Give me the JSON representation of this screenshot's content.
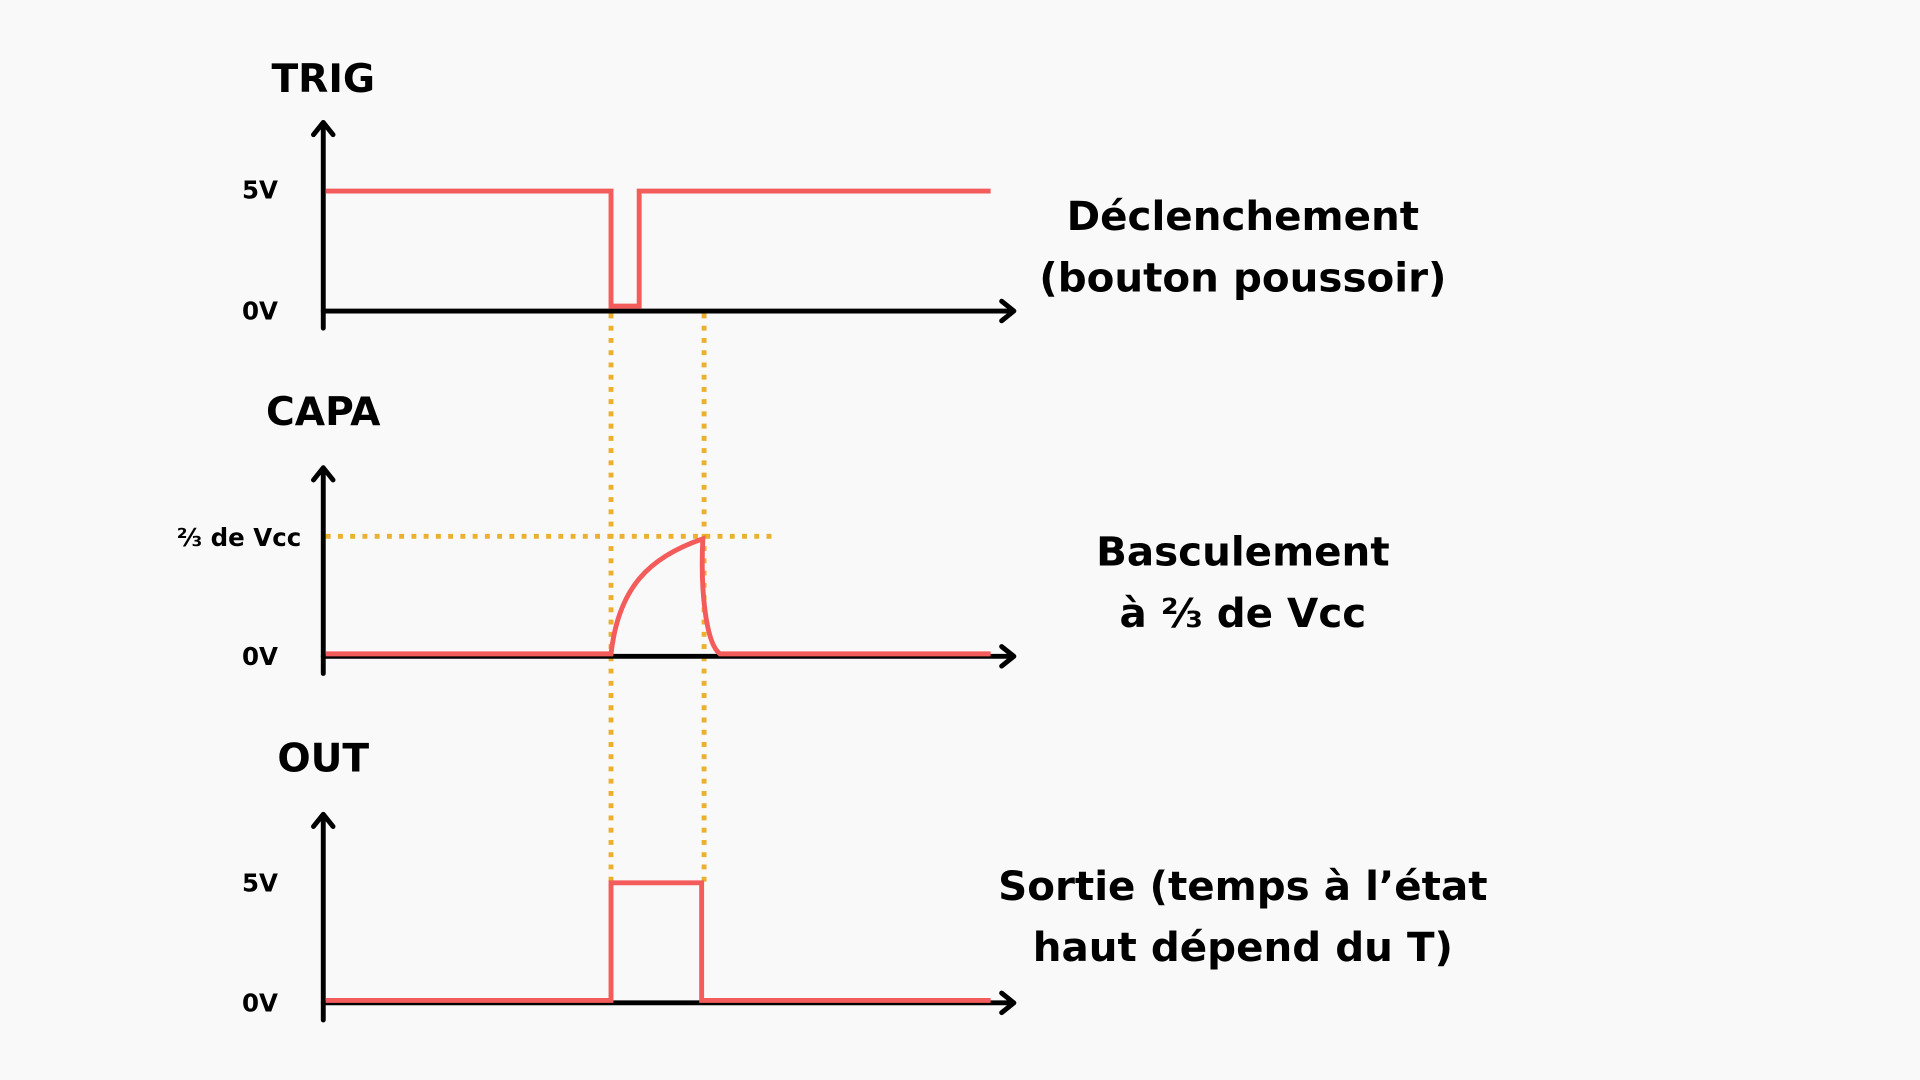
{
  "colors": {
    "signal": "#f45b5b",
    "guide": "#eab02e",
    "axis": "#000000",
    "background": "#f9f9f9"
  },
  "panels": [
    {
      "title": "TRIG",
      "high_label": "5V",
      "low_label": "0V",
      "description": [
        "Déclenchement",
        "(bouton poussoir)"
      ]
    },
    {
      "title": "CAPA",
      "high_label": "⅔ de Vcc",
      "low_label": "0V",
      "description": [
        "Basculement",
        "à ⅔ de Vcc"
      ]
    },
    {
      "title": "OUT",
      "high_label": "5V",
      "low_label": "0V",
      "description": [
        "Sortie (temps à l’état",
        "haut dépend du T)"
      ]
    }
  ]
}
